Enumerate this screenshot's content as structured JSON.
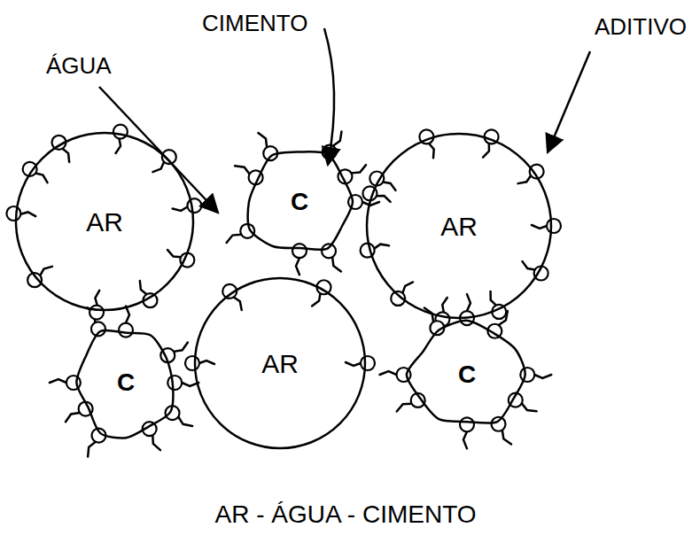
{
  "diagram": {
    "caption": "AR - ÁGUA - CIMENTO",
    "nodes": [
      {
        "text": [
          "AR"
        ]
      },
      {
        "text": [
          "C"
        ]
      },
      {
        "text": [
          "AR"
        ]
      },
      {
        "text": [
          "C"
        ]
      },
      {
        "text": [
          "AR"
        ]
      },
      {
        "text": [
          "C"
        ]
      }
    ],
    "labels": [
      "ÁGUA",
      "CIMENTO",
      "ADITIVO"
    ]
  }
}
